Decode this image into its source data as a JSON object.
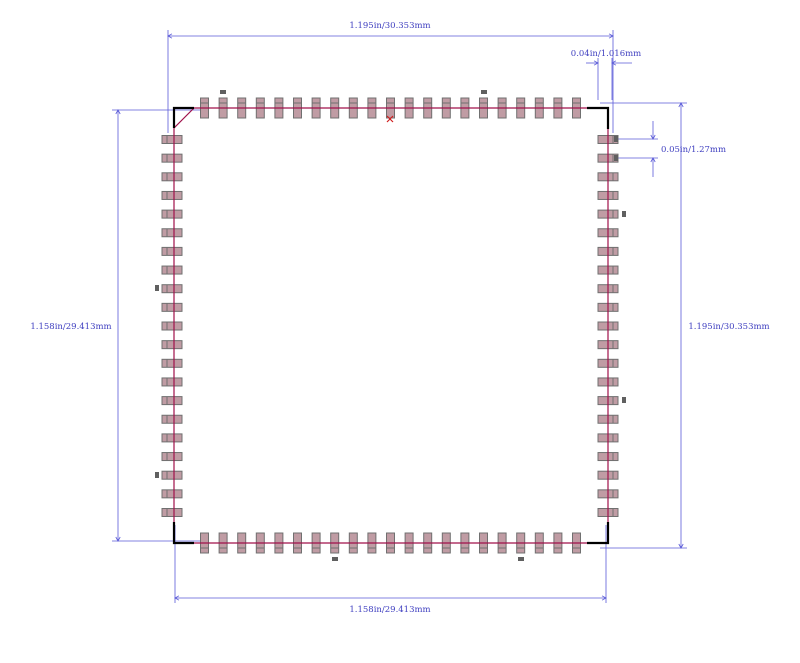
{
  "dimensions": {
    "top_width": "1.195in/30.353mm",
    "pad_width": "0.04in/1.016mm",
    "pitch": "0.05in/1.27mm",
    "left_height": "1.158in/29.413mm",
    "right_height": "1.195in/30.353mm",
    "bottom_width": "1.158in/29.413mm"
  },
  "package": {
    "pins_per_side": 21
  },
  "colors": {
    "dimension": "#5a5ad8",
    "pad_fill": "#c09ca4",
    "pad_stroke": "#707070",
    "trace": "#a0104a",
    "outline": "#000000",
    "marker": "#606060",
    "origin": "#d02020"
  }
}
